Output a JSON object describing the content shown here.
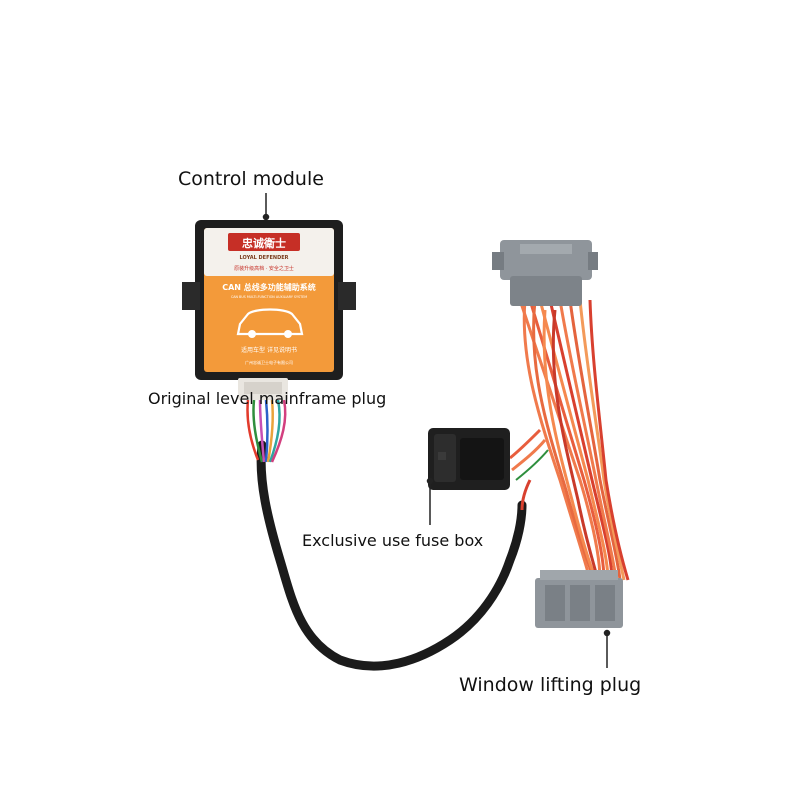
{
  "labels": {
    "control_module": "Control module",
    "mainframe_plug": "Original level mainframe plug",
    "fuse_box": "Exclusive use fuse box",
    "window_plug": "Window lifting plug"
  },
  "module": {
    "brand_cn": "忠诚衛士",
    "brand_en": "LOYAL DEFENDER",
    "slogan_cn": "原装升级高档 · 安全之卫士",
    "product_line": "CAN 总线多功能辅助系统",
    "product_line_sub": "CAN BUS MULTI-FUNCTION AUXILIARY SYSTEM",
    "model_cn": "适用车型  详见说明书",
    "maker_cn": "广州忠诚卫士电子有限公司"
  },
  "colors": {
    "module_orange": "#f39a3a",
    "module_black": "#1e1e1e",
    "connector_gray": "#8f959b",
    "wire_orange": "#f07a4c",
    "wire_red": "#d8402f",
    "callout_line": "#222222"
  }
}
